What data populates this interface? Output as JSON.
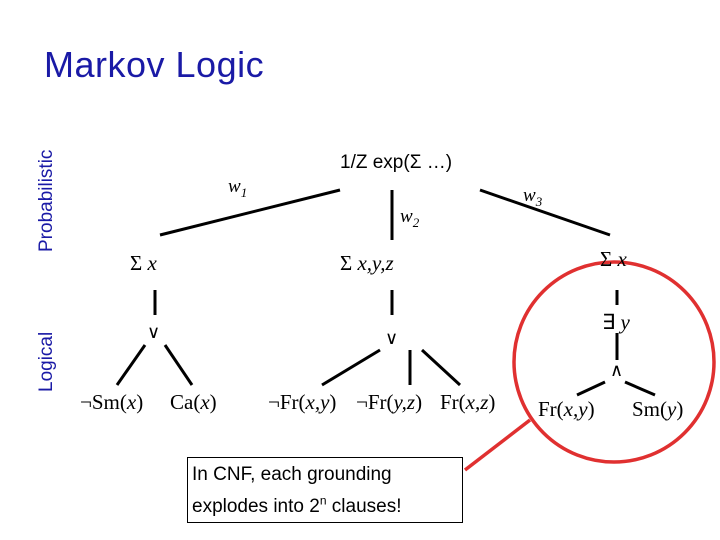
{
  "title": "Markov Logic",
  "side_labels": {
    "probabilistic": "Probabilistic",
    "logical": "Logical"
  },
  "root": {
    "label": "1/Z exp(Σ …)"
  },
  "weights": {
    "w1": {
      "base": "w",
      "sub": "1"
    },
    "w2": {
      "base": "w",
      "sub": "2"
    },
    "w3": {
      "base": "w",
      "sub": "3"
    }
  },
  "left_branch": {
    "quantifier": "Σ",
    "var": "x",
    "connective": "∨",
    "literal_1": {
      "pre": "¬Sm(",
      "var": "x",
      "post": ")"
    },
    "literal_2": {
      "pre": "Ca(",
      "var": "x",
      "post": ")"
    }
  },
  "middle_branch": {
    "quantifier": "Σ",
    "vars": "x,y,z",
    "connective": "∨",
    "literal_1": {
      "pre": "¬Fr(",
      "var": "x,y",
      "post": ")"
    },
    "literal_2": {
      "pre": "¬Fr(",
      "var": "y,z",
      "post": ")"
    },
    "literal_3": {
      "pre": "Fr(",
      "var": "x,z",
      "post": ")"
    }
  },
  "right_branch": {
    "quantifier": "Σ",
    "var": "x",
    "exists": "∃",
    "exists_var": "y",
    "connective": "∧",
    "literal_1": {
      "pre": "Fr(",
      "var": "x,y",
      "post": ")"
    },
    "literal_2": {
      "pre": "Sm(",
      "var": "y",
      "post": ")"
    }
  },
  "note": {
    "text_1": "In CNF, each grounding",
    "text_2": "explodes into 2",
    "sup": "n",
    "text_3": " clauses!"
  },
  "colors": {
    "title": "#1a1aa6",
    "highlight": "#e03030",
    "line": "#000000"
  }
}
